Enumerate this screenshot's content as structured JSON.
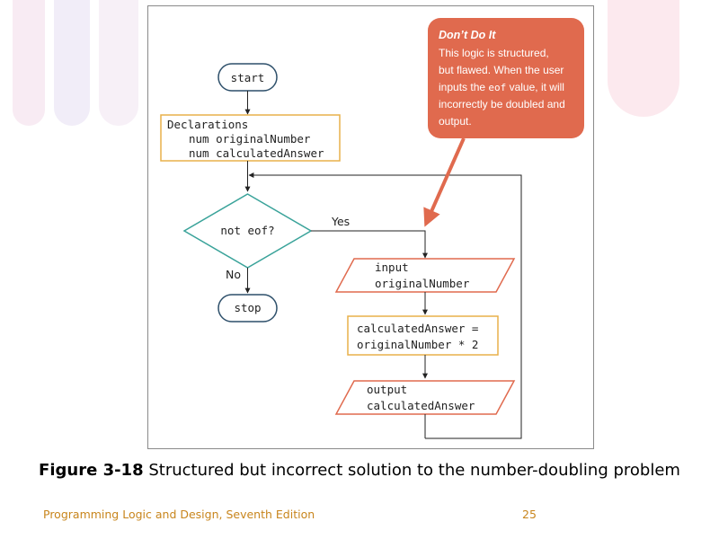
{
  "flowchart": {
    "start_label": "start",
    "declarations": [
      "Declarations",
      "num originalNumber",
      "num calculatedAnswer"
    ],
    "decision_label": "not eof?",
    "yes_label": "Yes",
    "no_label": "No",
    "stop_label": "stop",
    "input_lines": [
      "input",
      "originalNumber"
    ],
    "process_lines": [
      "calculatedAnswer =",
      "originalNumber * 2"
    ],
    "output_lines": [
      "output",
      "calculatedAnswer"
    ]
  },
  "callout": {
    "title": "Don’t Do It",
    "line1": "This logic is structured,",
    "line2": "but flawed. When the user",
    "line3_before": "inputs the ",
    "line3_code": "eof",
    "line3_after": " value, it will",
    "line4": "incorrectly be doubled and",
    "line5": "output."
  },
  "caption": {
    "figure_label": "Figure 3-18",
    "text": " Structured but incorrect solution to the number-doubling problem"
  },
  "footer": {
    "book_title": "Programming Logic and Design, Seventh Edition",
    "page_number": "25"
  },
  "colors": {
    "callout": "#e06a4e",
    "terminal_stroke": "#2d4f6a",
    "decision_stroke": "#3aa39a",
    "io_stroke": "#e06a4e",
    "box_stroke": "#e8b04a",
    "footer_text": "#c8851c"
  }
}
